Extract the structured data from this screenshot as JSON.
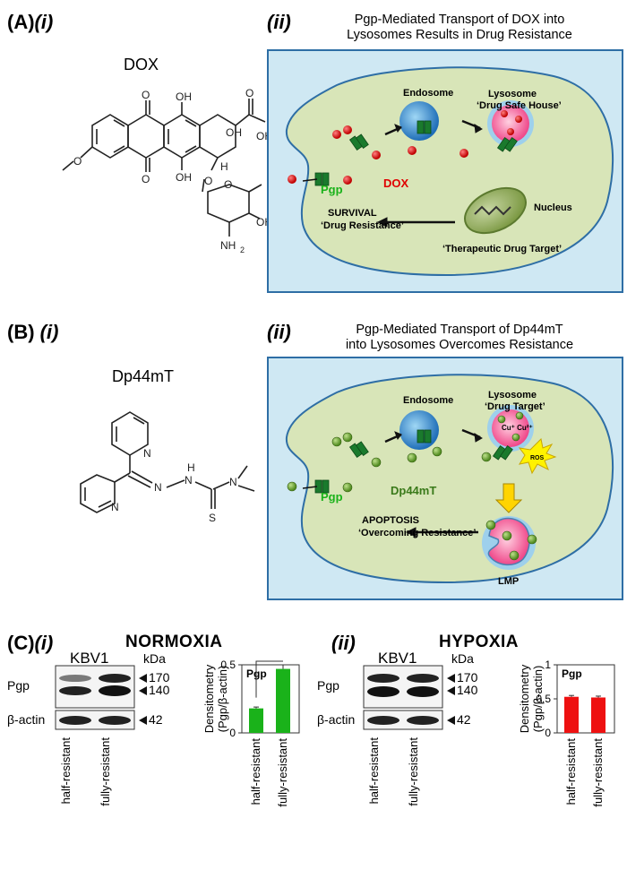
{
  "panel_a": {
    "label": "(A)",
    "sub_i": "(i)",
    "sub_ii": "(ii)",
    "title_line1": "Pgp-Mediated Transport of DOX into",
    "title_line2": "Lysosomes Results in Drug Resistance",
    "compound": "DOX",
    "diagram": {
      "endosome": "Endosome",
      "lysosome": "Lysosome",
      "lysosome_sub": "‘Drug Safe House’",
      "pgp": "Pgp",
      "drug": "DOX",
      "nucleus": "Nucleus",
      "outcome": "SURVIVAL",
      "outcome_sub": "‘Drug Resistance’",
      "target": "‘Therapeutic Drug Target’"
    }
  },
  "panel_b": {
    "label": "(B)",
    "sub_i": "(i)",
    "sub_ii": "(ii)",
    "title_line1": "Pgp-Mediated Transport of Dp44mT",
    "title_line2": "into Lysosomes Overcomes Resistance",
    "compound": "Dp44mT",
    "diagram": {
      "endosome": "Endosome",
      "lysosome": "Lysosome",
      "lysosome_sub": "‘Drug Target’",
      "pgp": "Pgp",
      "drug": "Dp44mT",
      "ros": "ROS",
      "cu": "Cu⁺ Cu²⁺",
      "lmp": "LMP",
      "outcome": "APOPTOSIS",
      "outcome_sub": "‘Overcoming Resistance’"
    }
  },
  "panel_c": {
    "label": "(C)",
    "sub_i": "(i)",
    "sub_ii": "(ii)",
    "blots": [
      {
        "condition": "NORMOXIA",
        "cell_line": "KBV1",
        "kda": "kDa",
        "rows": [
          "Pgp",
          "β-actin"
        ],
        "markers": [
          "170",
          "140",
          "42"
        ],
        "lanes": [
          "half-resistant",
          "fully-resistant"
        ]
      },
      {
        "condition": "HYPOXIA",
        "cell_line": "KBV1",
        "kda": "kDa",
        "rows": [
          "Pgp",
          "β-actin"
        ],
        "markers": [
          "170",
          "140",
          "42"
        ],
        "lanes": [
          "half-resistant",
          "fully-resistant"
        ]
      }
    ]
  },
  "chart_data": [
    {
      "type": "bar",
      "title": "Pgp",
      "ylabel": "Densitometry (Pgp/β-actin)",
      "categories": [
        "half-resistant",
        "fully-resistant"
      ],
      "values": [
        0.18,
        0.47
      ],
      "error": [
        0.01,
        0.03
      ],
      "ylim": [
        0,
        0.5
      ],
      "yticks": [
        0,
        0.5
      ],
      "color": "#1ab21a",
      "annotation": "***"
    },
    {
      "type": "bar",
      "title": "Pgp",
      "ylabel": "Densitometry (Pgp/β-actin)",
      "categories": [
        "half-resistant",
        "fully-resistant"
      ],
      "values": [
        0.53,
        0.52
      ],
      "error": [
        0.02,
        0.02
      ],
      "ylim": [
        0,
        1
      ],
      "yticks": [
        0,
        0.5,
        1
      ],
      "color": "#ee1111",
      "annotation": ""
    }
  ]
}
